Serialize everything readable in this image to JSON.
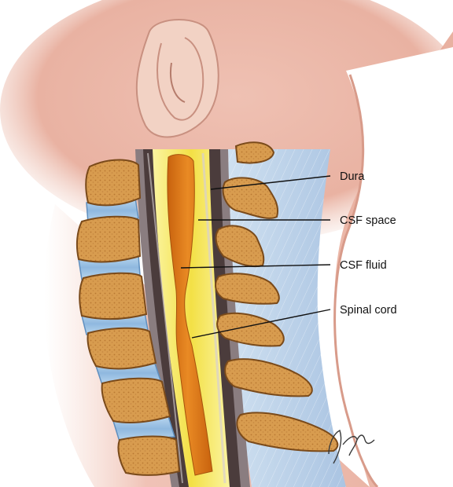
{
  "figure": {
    "labels": [
      {
        "id": "dura",
        "text": "Dura"
      },
      {
        "id": "csf-space",
        "text": "CSF space"
      },
      {
        "id": "csf-fluid",
        "text": "CSF fluid"
      },
      {
        "id": "spinal-cord",
        "text": "Spinal cord"
      }
    ]
  },
  "colors": {
    "skin": "#eab7a8",
    "skin_light": "#f6d9ce",
    "bone": "#d69a4c",
    "bone_dark": "#a86a2a",
    "disc": "#9fc3e3",
    "dura": "#5a4a4a",
    "csf": "#f2e04a",
    "cord": "#d9781a",
    "muscle": "#bfd3ea"
  },
  "icons": [
    "artist-signature-icon"
  ]
}
